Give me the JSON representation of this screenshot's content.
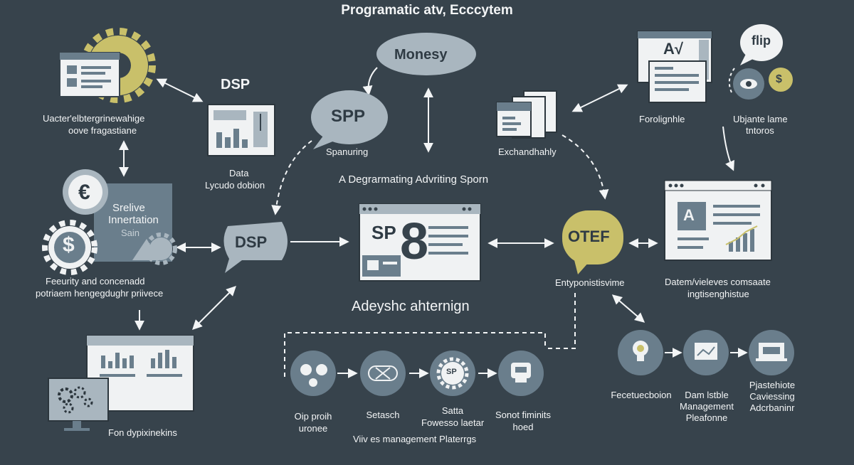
{
  "title": "Programatic atv, Ecccytem",
  "bubbles": {
    "moneysy": "Monesy",
    "spp": "SPP",
    "dsp_center": "DSP",
    "otef": "OTEF"
  },
  "labels": {
    "dsp_top": "DSP",
    "data": "Data",
    "lycudo": "Lycudo dobion",
    "uacter_1": "Uacter'elbtergrinewahige",
    "uacter_2": "oove fragastiane",
    "srelive_1": "Srelive",
    "srelive_2": "Innertation",
    "srelive_3": "Sain",
    "security_1": "Feeurity and concenadd",
    "security_2": "potriaem hengegdughr priivece",
    "fon": "Fon dypixinekins",
    "spanuring": "Spanuring",
    "exchand": "Exchandhahly",
    "program": "A Degrarmating Advriting Sporn",
    "adeyshc": "Adeyshc ahternign",
    "sp_screen": "SP",
    "eight_glyph": "8",
    "forolig": "Forolignhle",
    "ubjante_1": "Ubjante lame",
    "ubjante_2": "tntoros",
    "flip": "flip",
    "av": "A√",
    "a_screen": "A",
    "entyponistive": "Entyponistisvime",
    "datem_1": "Datem/vieleves comsaate",
    "datem_2": "ingtisenghistue",
    "euro": "€",
    "dollar": "$",
    "gold_dollar": "$",
    "sp_gear": "SP"
  },
  "bottom_flow": {
    "items": [
      {
        "label_1": "Oip proih",
        "label_2": "uronee"
      },
      {
        "label_1": "Setasch",
        "label_2": ""
      },
      {
        "label_1": "Satta",
        "label_2": "Fowesso laetar"
      },
      {
        "label_1": "Sonot fiminits",
        "label_2": "hoed"
      }
    ],
    "caption": "Viiv es management Platerrgs"
  },
  "right_flow": {
    "items": [
      {
        "label_1": "Fecetuecboion",
        "label_2": "",
        "label_3": ""
      },
      {
        "label_1": "Dam lstble",
        "label_2": "Management",
        "label_3": "Pleafonne"
      },
      {
        "label_1": "Pjastehiote",
        "label_2": "Caviessing",
        "label_3": "Adcrbaninr"
      }
    ]
  },
  "colors": {
    "background": "#37434c",
    "bubble": "#a9b6bf",
    "accent_gold": "#c9c06a",
    "panel": "#f0f2f3",
    "steel": "#6a7e8c"
  }
}
